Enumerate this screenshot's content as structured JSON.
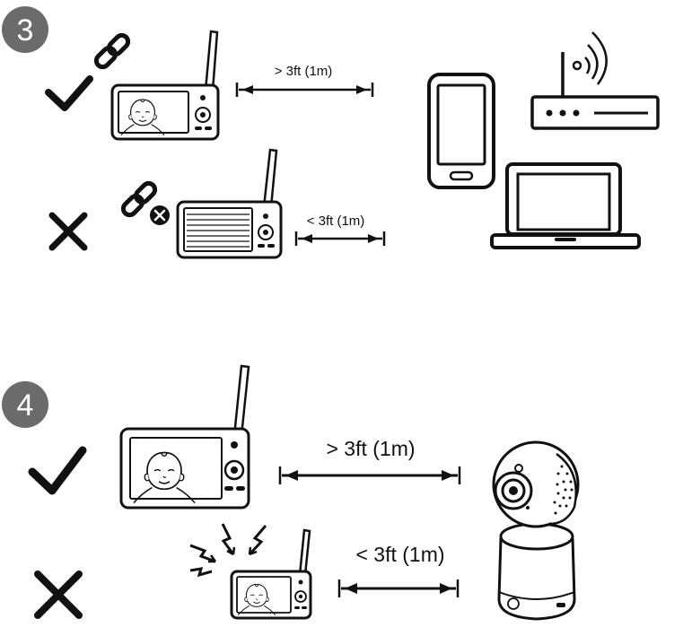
{
  "colors": {
    "ink": "#111111",
    "badge": "#6b6b6b",
    "screen_bg": "#ffffff"
  },
  "steps": [
    {
      "number": "3",
      "rows": [
        {
          "status_icon": "check-icon",
          "link_icon": "link-icon",
          "distance_label": "> 3ft (1m)"
        },
        {
          "status_icon": "cross-icon",
          "link_icon": "link-broken-icon",
          "distance_label": "< 3ft (1m)"
        }
      ],
      "devices": [
        "smartphone-icon",
        "wifi-router-icon",
        "laptop-icon"
      ]
    },
    {
      "number": "4",
      "rows": [
        {
          "status_icon": "check-icon",
          "distance_label": "> 3ft (1m)"
        },
        {
          "status_icon": "cross-icon",
          "interference_icon": "interference-icon",
          "distance_label": "< 3ft (1m)"
        }
      ],
      "devices": [
        "baby-camera-icon"
      ]
    }
  ]
}
